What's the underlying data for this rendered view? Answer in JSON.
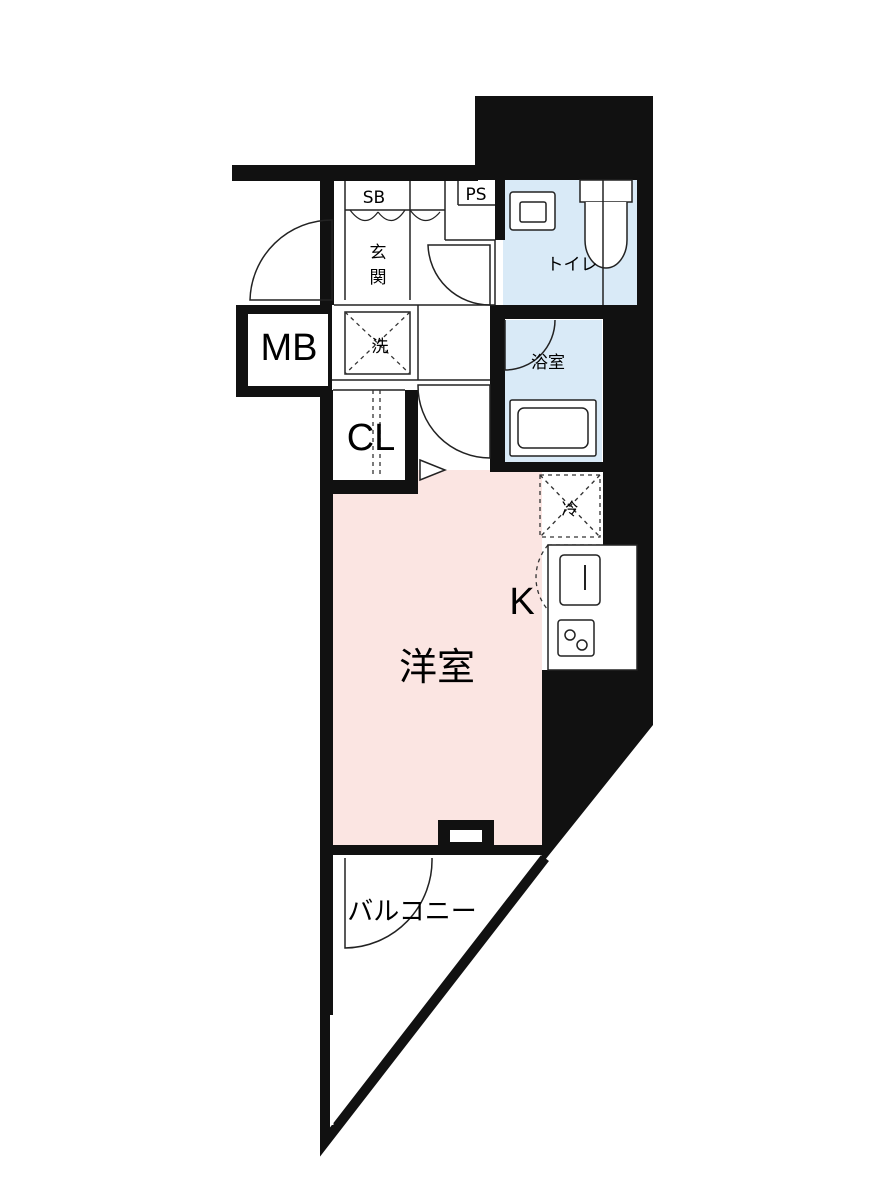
{
  "colors": {
    "wall": "#111111",
    "western_room": "#fbe5e2",
    "wet_area": "#d9eaf7",
    "background": "#ffffff"
  },
  "labels": {
    "sb": "SB",
    "ps": "PS",
    "genkan": "玄\n関",
    "toilet": "トイレ",
    "mb": "MB",
    "washer": "洗",
    "bath": "浴室",
    "cl": "CL",
    "fridge": "冷",
    "kitchen": "K",
    "western_room": "洋室",
    "balcony": "バルコニー"
  },
  "icons": [
    "door-swing-icon",
    "sink-icon",
    "toilet-icon",
    "bathtub-icon",
    "stove-icon"
  ]
}
